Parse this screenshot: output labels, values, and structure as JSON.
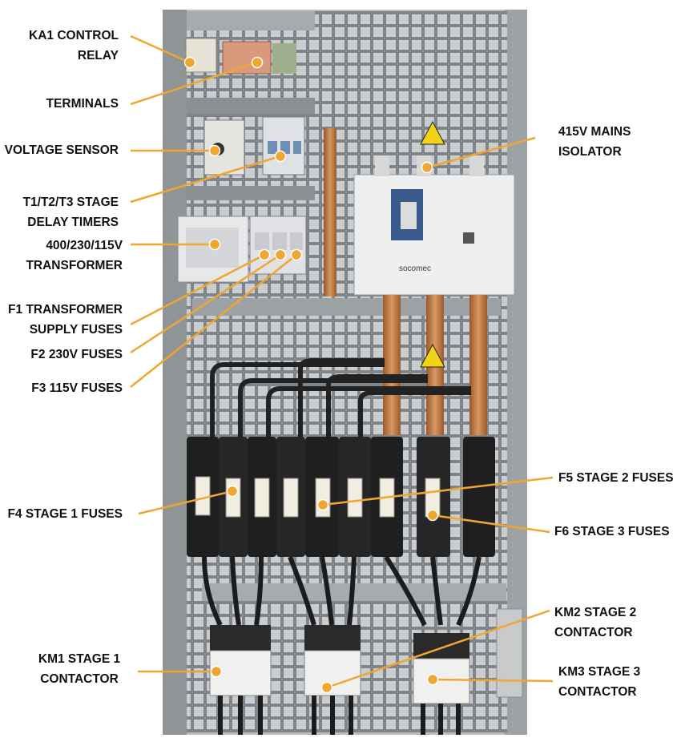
{
  "callouts": [
    {
      "name": "ka1-control-relay",
      "lines": [
        "KA1 CONTROL",
        "RELAY"
      ]
    },
    {
      "name": "terminals",
      "lines": [
        "TERMINALS"
      ]
    },
    {
      "name": "voltage-sensor",
      "lines": [
        "VOLTAGE SENSOR"
      ]
    },
    {
      "name": "stage-delay-timers",
      "lines": [
        "T1/T2/T3 STAGE",
        "DELAY TIMERS"
      ]
    },
    {
      "name": "transformer",
      "lines": [
        "400/230/115V",
        "TRANSFORMER"
      ]
    },
    {
      "name": "f1-transformer-supply-fuses",
      "lines": [
        "F1 TRANSFORMER",
        "SUPPLY FUSES"
      ]
    },
    {
      "name": "f2-230v-fuses",
      "lines": [
        "F2 230V FUSES"
      ]
    },
    {
      "name": "f3-115v-fuses",
      "lines": [
        "F3 115V FUSES"
      ]
    },
    {
      "name": "f4-stage-1-fuses",
      "lines": [
        "F4 STAGE 1 FUSES"
      ]
    },
    {
      "name": "km1-stage-1-contactor",
      "lines": [
        "KM1 STAGE 1",
        "CONTACTOR"
      ]
    },
    {
      "name": "mains-isolator",
      "lines": [
        "415V MAINS",
        "ISOLATOR"
      ]
    },
    {
      "name": "f5-stage-2-fuses",
      "lines": [
        "F5 STAGE 2 FUSES"
      ]
    },
    {
      "name": "f6-stage-3-fuses",
      "lines": [
        "F6 STAGE 3 FUSES"
      ]
    },
    {
      "name": "km2-stage-2-contactor",
      "lines": [
        "KM2 STAGE 2",
        "CONTACTOR"
      ]
    },
    {
      "name": "km3-stage-3-contactor",
      "lines": [
        "KM3 STAGE 3",
        "CONTACTOR"
      ]
    }
  ],
  "isolator_brand": "socomec",
  "colors": {
    "callout": "#f0a630",
    "label": "#111111",
    "copper": "#c07a45",
    "grid": "#9ea3a8",
    "panel": "#bfc3c6"
  }
}
